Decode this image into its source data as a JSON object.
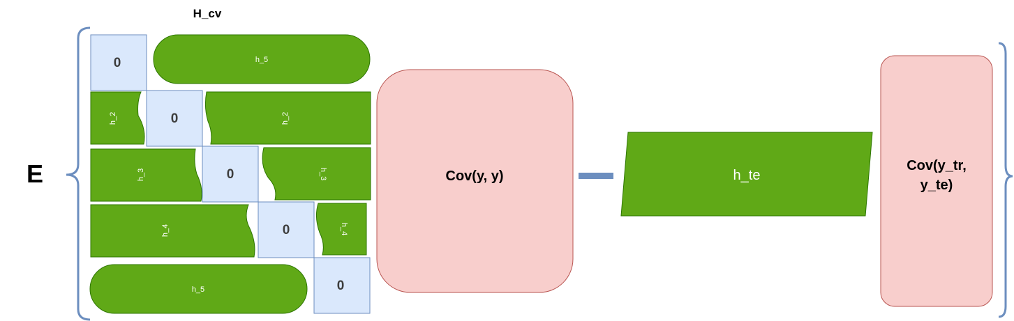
{
  "title": "H_cv",
  "expectation_symbol": "E",
  "matrix": {
    "zero_label": "0",
    "row1_h": "h_5",
    "row2_left_h": "h_2",
    "row2_right_h": "h_2",
    "row3_left_h": "h_3",
    "row3_right_h": "h_3",
    "row4_left_h": "h_4",
    "row4_right_h": "h_4",
    "row5_h": "h_5"
  },
  "cov_yy": "Cov(y, y)",
  "operator": "−",
  "h_te": "h_te",
  "cov_tr_te_line1": "Cov(y_tr,",
  "cov_tr_te_line2": "y_te)",
  "colors": {
    "green_fill": "#60a917",
    "zero_fill": "#dae8fc",
    "pink_fill": "#f8cecc",
    "brace": "#6c8ebf"
  }
}
